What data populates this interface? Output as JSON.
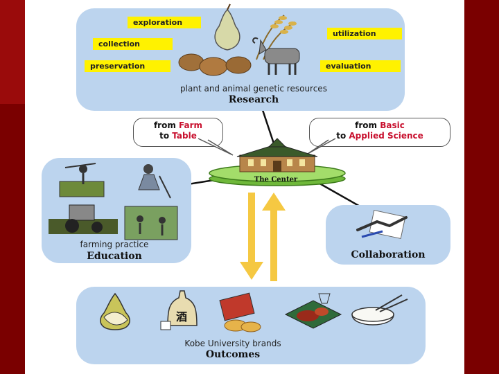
{
  "research": {
    "labels": [
      "exploration",
      "collection",
      "preservation",
      "utilization",
      "evaluation"
    ],
    "caption": "plant and animal genetic resources",
    "title": "Research"
  },
  "bubbles": {
    "farm": {
      "prefix": "from ",
      "highlight1": "Farm",
      "middle": "to ",
      "highlight2": "Table"
    },
    "science": {
      "prefix": "from ",
      "highlight1": "Basic",
      "middle": "to ",
      "highlight2": "Applied Science"
    }
  },
  "center": {
    "label": "The Center"
  },
  "education": {
    "caption": "farming practice",
    "title": "Education"
  },
  "collaboration": {
    "title": "Collaboration"
  },
  "outcomes": {
    "caption": "Kobe University brands",
    "title": "Outcomes",
    "sake_char": "酒"
  },
  "colors": {
    "panel": "#bcd4ee",
    "label_bg": "#fff200",
    "arrow": "#f5c842",
    "accent_red": "#c8102e",
    "frame": "#8b0000"
  }
}
